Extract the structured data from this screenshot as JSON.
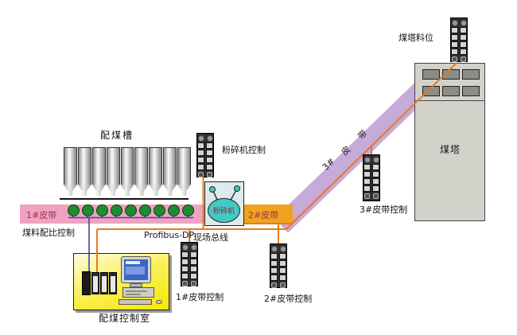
{
  "labels": {
    "coal_trough": "配煤槽",
    "belt1": "1#皮带",
    "ratio_control": "煤料配比控制",
    "profibus": "Profibus-DP",
    "fieldbus": "现场总线",
    "crusher": "粉碎机",
    "crusher_control": "粉碎机控制",
    "belt2": "2#皮带",
    "belt3_chars": [
      "3#",
      "皮",
      "带"
    ],
    "belt1_control": "1#皮带控制",
    "belt2_control": "2#皮带控制",
    "belt3_control": "3#皮带控制",
    "coal_tower": "煤塔",
    "tower_level": "煤塔料位",
    "control_room": "配煤控制室"
  },
  "colors": {
    "belt1_pink": "#f0a2c2",
    "belt2_orange": "#f0a21e",
    "belt3_purple": "#c6aada",
    "bus_orange": "#e87a1c",
    "wire_blue": "#3d45aa",
    "sensor_green": "#1e8c30",
    "crusher_teal": "#46c8c4",
    "crusher_box": "#dcebec",
    "room_yellow": "#f6e800",
    "tower_gray": "#d2d2cb",
    "label_red": "#9c3347"
  },
  "counts": {
    "silos": 9,
    "belt_sensors": 9
  }
}
